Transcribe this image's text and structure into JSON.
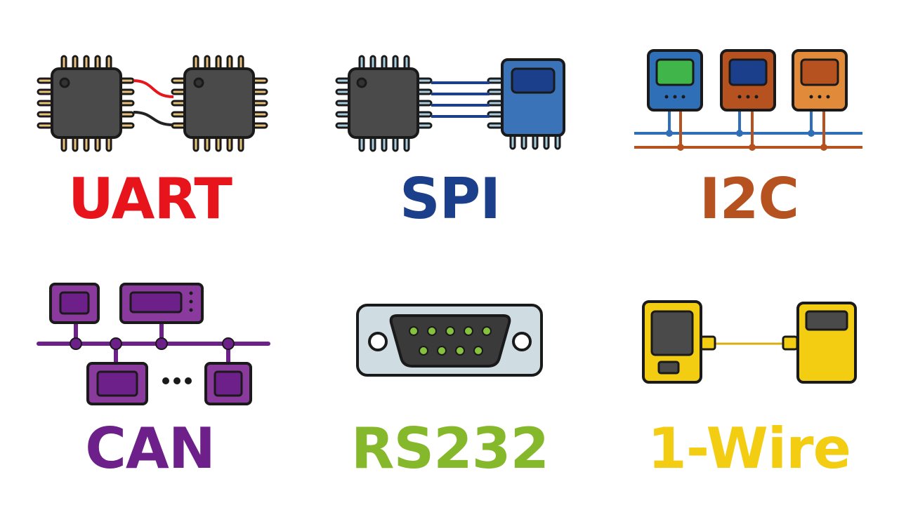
{
  "protocols": [
    {
      "label": "UART",
      "color": "#e8141b",
      "icon": "two-chips-serial-link-icon"
    },
    {
      "label": "SPI",
      "color": "#1b3f8a",
      "icon": "chip-to-peripheral-bus-icon"
    },
    {
      "label": "I2C",
      "color": "#b5521f",
      "icon": "multi-device-two-wire-bus-icon"
    },
    {
      "label": "CAN",
      "color": "#6d1f8a",
      "icon": "network-bus-nodes-icon"
    },
    {
      "label": "RS232",
      "color": "#86b82b",
      "icon": "db9-connector-icon"
    },
    {
      "label": "1-Wire",
      "color": "#f2cd12",
      "icon": "single-wire-link-icon"
    }
  ],
  "colors": {
    "chip_body": "#4a4a4a",
    "uart_pins": "#e8c27a",
    "spi_pins": "#a8cde0",
    "spi_device": "#3a73b8",
    "can_node": "#8a3a9c",
    "rs232_shell": "#cfdde3",
    "rs232_pins": "#86c240",
    "onewire_device": "#f2cd12",
    "outline": "#1a1a1a"
  }
}
